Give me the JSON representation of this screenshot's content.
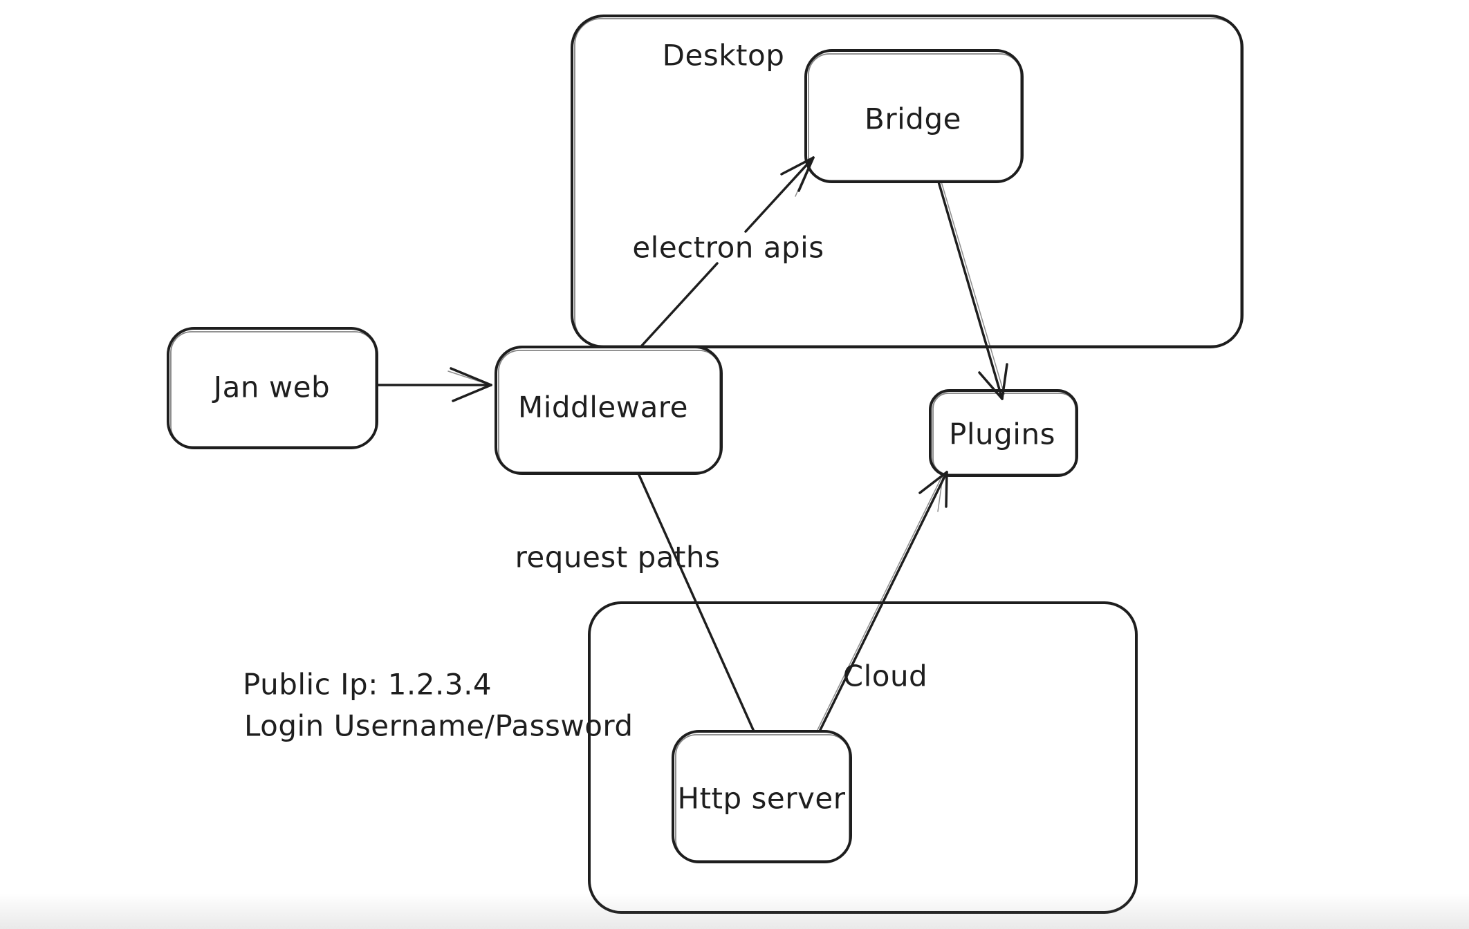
{
  "app": {
    "kind": "hand-drawn whiteboard diagram",
    "background_color": "#ffffff",
    "stroke_color": "#1e1e1e"
  },
  "containers": [
    {
      "id": "desktop",
      "label": "Desktop"
    },
    {
      "id": "cloud",
      "label": "Cloud"
    }
  ],
  "nodes": [
    {
      "id": "jan-web",
      "label": "Jan web"
    },
    {
      "id": "middleware",
      "label": "Middleware"
    },
    {
      "id": "bridge",
      "label": "Bridge"
    },
    {
      "id": "plugins",
      "label": "Plugins"
    },
    {
      "id": "http-server",
      "label": "Http server"
    }
  ],
  "edges": [
    {
      "from": "jan-web",
      "to": "middleware",
      "label": ""
    },
    {
      "from": "middleware",
      "to": "bridge",
      "label": "electron apis"
    },
    {
      "from": "bridge",
      "to": "plugins",
      "label": ""
    },
    {
      "from": "middleware",
      "to": "http-server",
      "label": "request paths"
    },
    {
      "from": "http-server",
      "to": "plugins",
      "label": ""
    }
  ],
  "annotations": [
    {
      "text": "Public Ip: 1.2.3.4"
    },
    {
      "text": "Login Username/Password"
    }
  ]
}
